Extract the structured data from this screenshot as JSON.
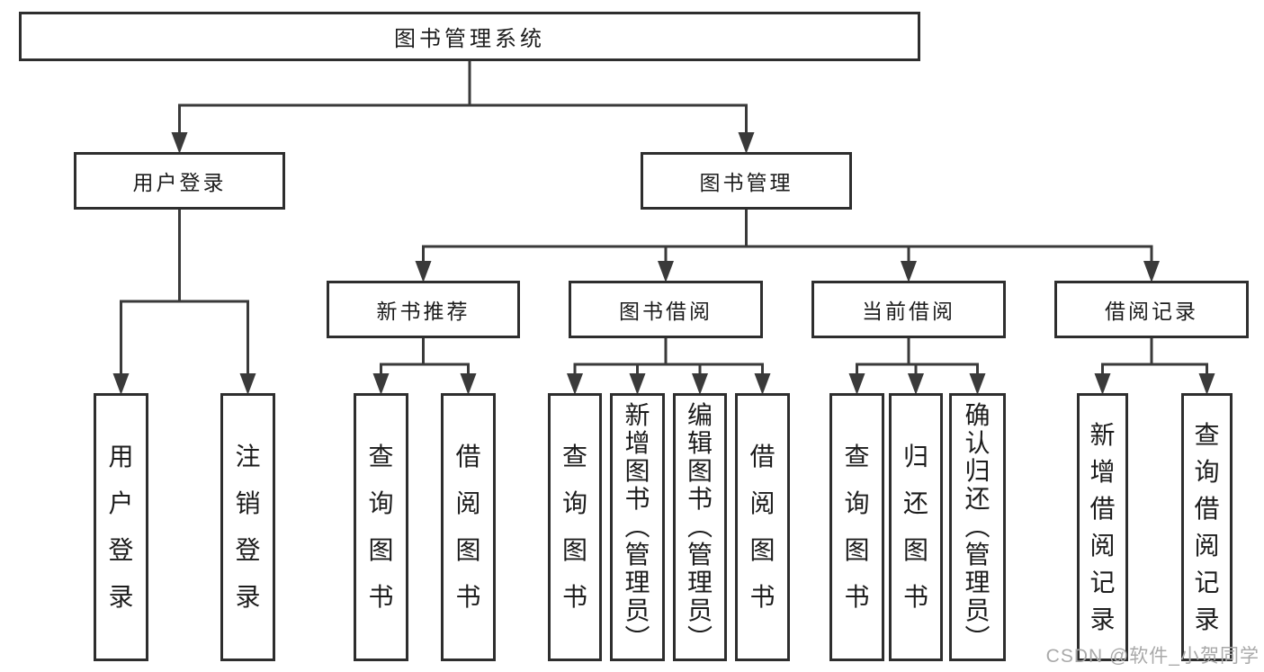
{
  "diagram": {
    "type": "tree",
    "nodes": [
      {
        "id": "root",
        "label": "图书管理系统"
      },
      {
        "id": "user-login",
        "label": "用户登录"
      },
      {
        "id": "book-mgmt",
        "label": "图书管理"
      },
      {
        "id": "new-book-rec",
        "label": "新书推荐"
      },
      {
        "id": "book-borrow",
        "label": "图书借阅"
      },
      {
        "id": "current-borrow",
        "label": "当前借阅"
      },
      {
        "id": "borrow-records",
        "label": "借阅记录"
      },
      {
        "id": "leaf-user-login",
        "label": "用户登录"
      },
      {
        "id": "leaf-logout",
        "label": "注销登录"
      },
      {
        "id": "leaf-query-books-1",
        "label": "查询图书"
      },
      {
        "id": "leaf-borrow-books-1",
        "label": "借阅图书"
      },
      {
        "id": "leaf-query-books-2",
        "label": "查询图书"
      },
      {
        "id": "leaf-add-book-admin",
        "label": "新增图书（管理员）"
      },
      {
        "id": "leaf-edit-book-admin",
        "label": "编辑图书（管理员）"
      },
      {
        "id": "leaf-borrow-books-2",
        "label": "借阅图书"
      },
      {
        "id": "leaf-query-books-3",
        "label": "查询图书"
      },
      {
        "id": "leaf-return-book",
        "label": "归还图书"
      },
      {
        "id": "leaf-confirm-return-admin",
        "label": "确认归还（管理员）"
      },
      {
        "id": "leaf-add-borrow-record",
        "label": "新增借阅记录"
      },
      {
        "id": "leaf-query-borrow-record",
        "label": "查询借阅记录"
      }
    ],
    "edges": [
      {
        "from": "root",
        "to": [
          "user-login",
          "book-mgmt"
        ]
      },
      {
        "from": "user-login",
        "to": [
          "leaf-user-login",
          "leaf-logout"
        ]
      },
      {
        "from": "book-mgmt",
        "to": [
          "new-book-rec",
          "book-borrow",
          "current-borrow",
          "borrow-records"
        ]
      },
      {
        "from": "new-book-rec",
        "to": [
          "leaf-query-books-1",
          "leaf-borrow-books-1"
        ]
      },
      {
        "from": "book-borrow",
        "to": [
          "leaf-query-books-2",
          "leaf-add-book-admin",
          "leaf-edit-book-admin",
          "leaf-borrow-books-2"
        ]
      },
      {
        "from": "current-borrow",
        "to": [
          "leaf-query-books-3",
          "leaf-return-book",
          "leaf-confirm-return-admin"
        ]
      },
      {
        "from": "borrow-records",
        "to": [
          "leaf-add-borrow-record",
          "leaf-query-borrow-record"
        ]
      }
    ]
  },
  "watermark": {
    "text": "CSDN @软件_小贺同学"
  },
  "colors": {
    "line": "#3a3a3a",
    "box_border": "#2e2e2e",
    "text": "#1c1c1c",
    "watermark_text": "#a9a9a9",
    "background": "#ffffff"
  }
}
